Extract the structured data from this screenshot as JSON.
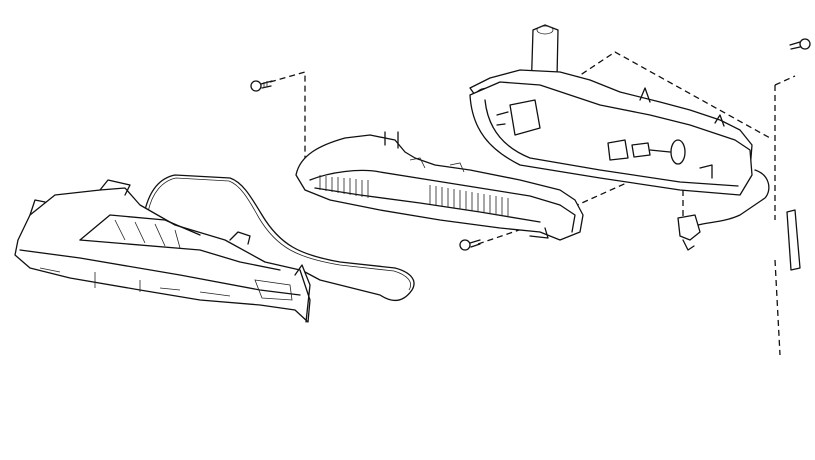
{
  "diagram": {
    "colors": {
      "line": "#111111",
      "background": "#ffffff"
    },
    "parts": [
      "screw",
      "screw",
      "screw",
      "gasket",
      "housing-front",
      "lens-assembly",
      "housing-rear",
      "connector",
      "seal-strip"
    ]
  }
}
